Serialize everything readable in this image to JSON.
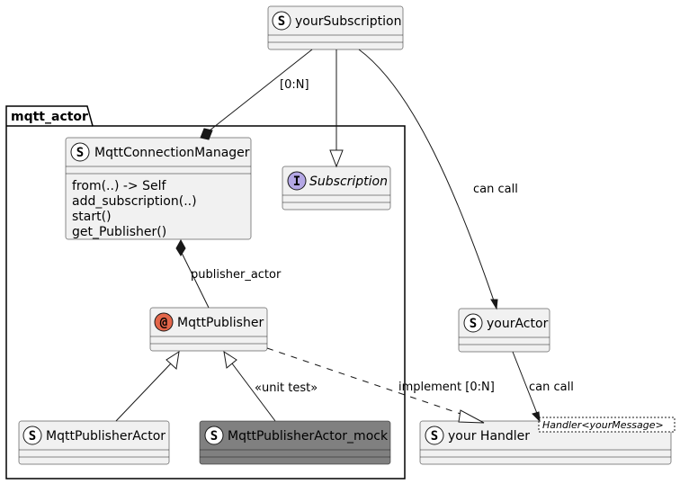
{
  "package": {
    "name": "mqtt_actor"
  },
  "classes": {
    "yourSubscription": {
      "stereo": "S",
      "name": "yourSubscription"
    },
    "mqttConnectionManager": {
      "stereo": "S",
      "name": "MqttConnectionManager",
      "methods": [
        "from(..) -> Self",
        "add_subscription(..)",
        "start()",
        "get_Publisher()"
      ]
    },
    "subscription": {
      "stereo": "I",
      "name": "Subscription",
      "color": "#b4a7e5"
    },
    "mqttPublisher": {
      "stereo": "@",
      "name": "MqttPublisher",
      "color": "#e3664a"
    },
    "mqttPublisherActor": {
      "stereo": "S",
      "name": "MqttPublisherActor"
    },
    "mqttPublisherActorMock": {
      "stereo": "S",
      "name": "MqttPublisherActor_mock",
      "color": "#808080"
    },
    "yourActor": {
      "stereo": "S",
      "name": "yourActor"
    },
    "yourHandler": {
      "stereo": "S",
      "name": "your Handler",
      "generic": "Handler<yourMessage>"
    }
  },
  "relations": {
    "subscription_to_manager": "[0:N]",
    "manager_to_publisher": "publisher_actor",
    "mock_stereotype": "«unit test»",
    "publisher_implements_handler": "implement [0:N]",
    "subscription_to_actor": "can call",
    "actor_to_handler": "can call"
  }
}
